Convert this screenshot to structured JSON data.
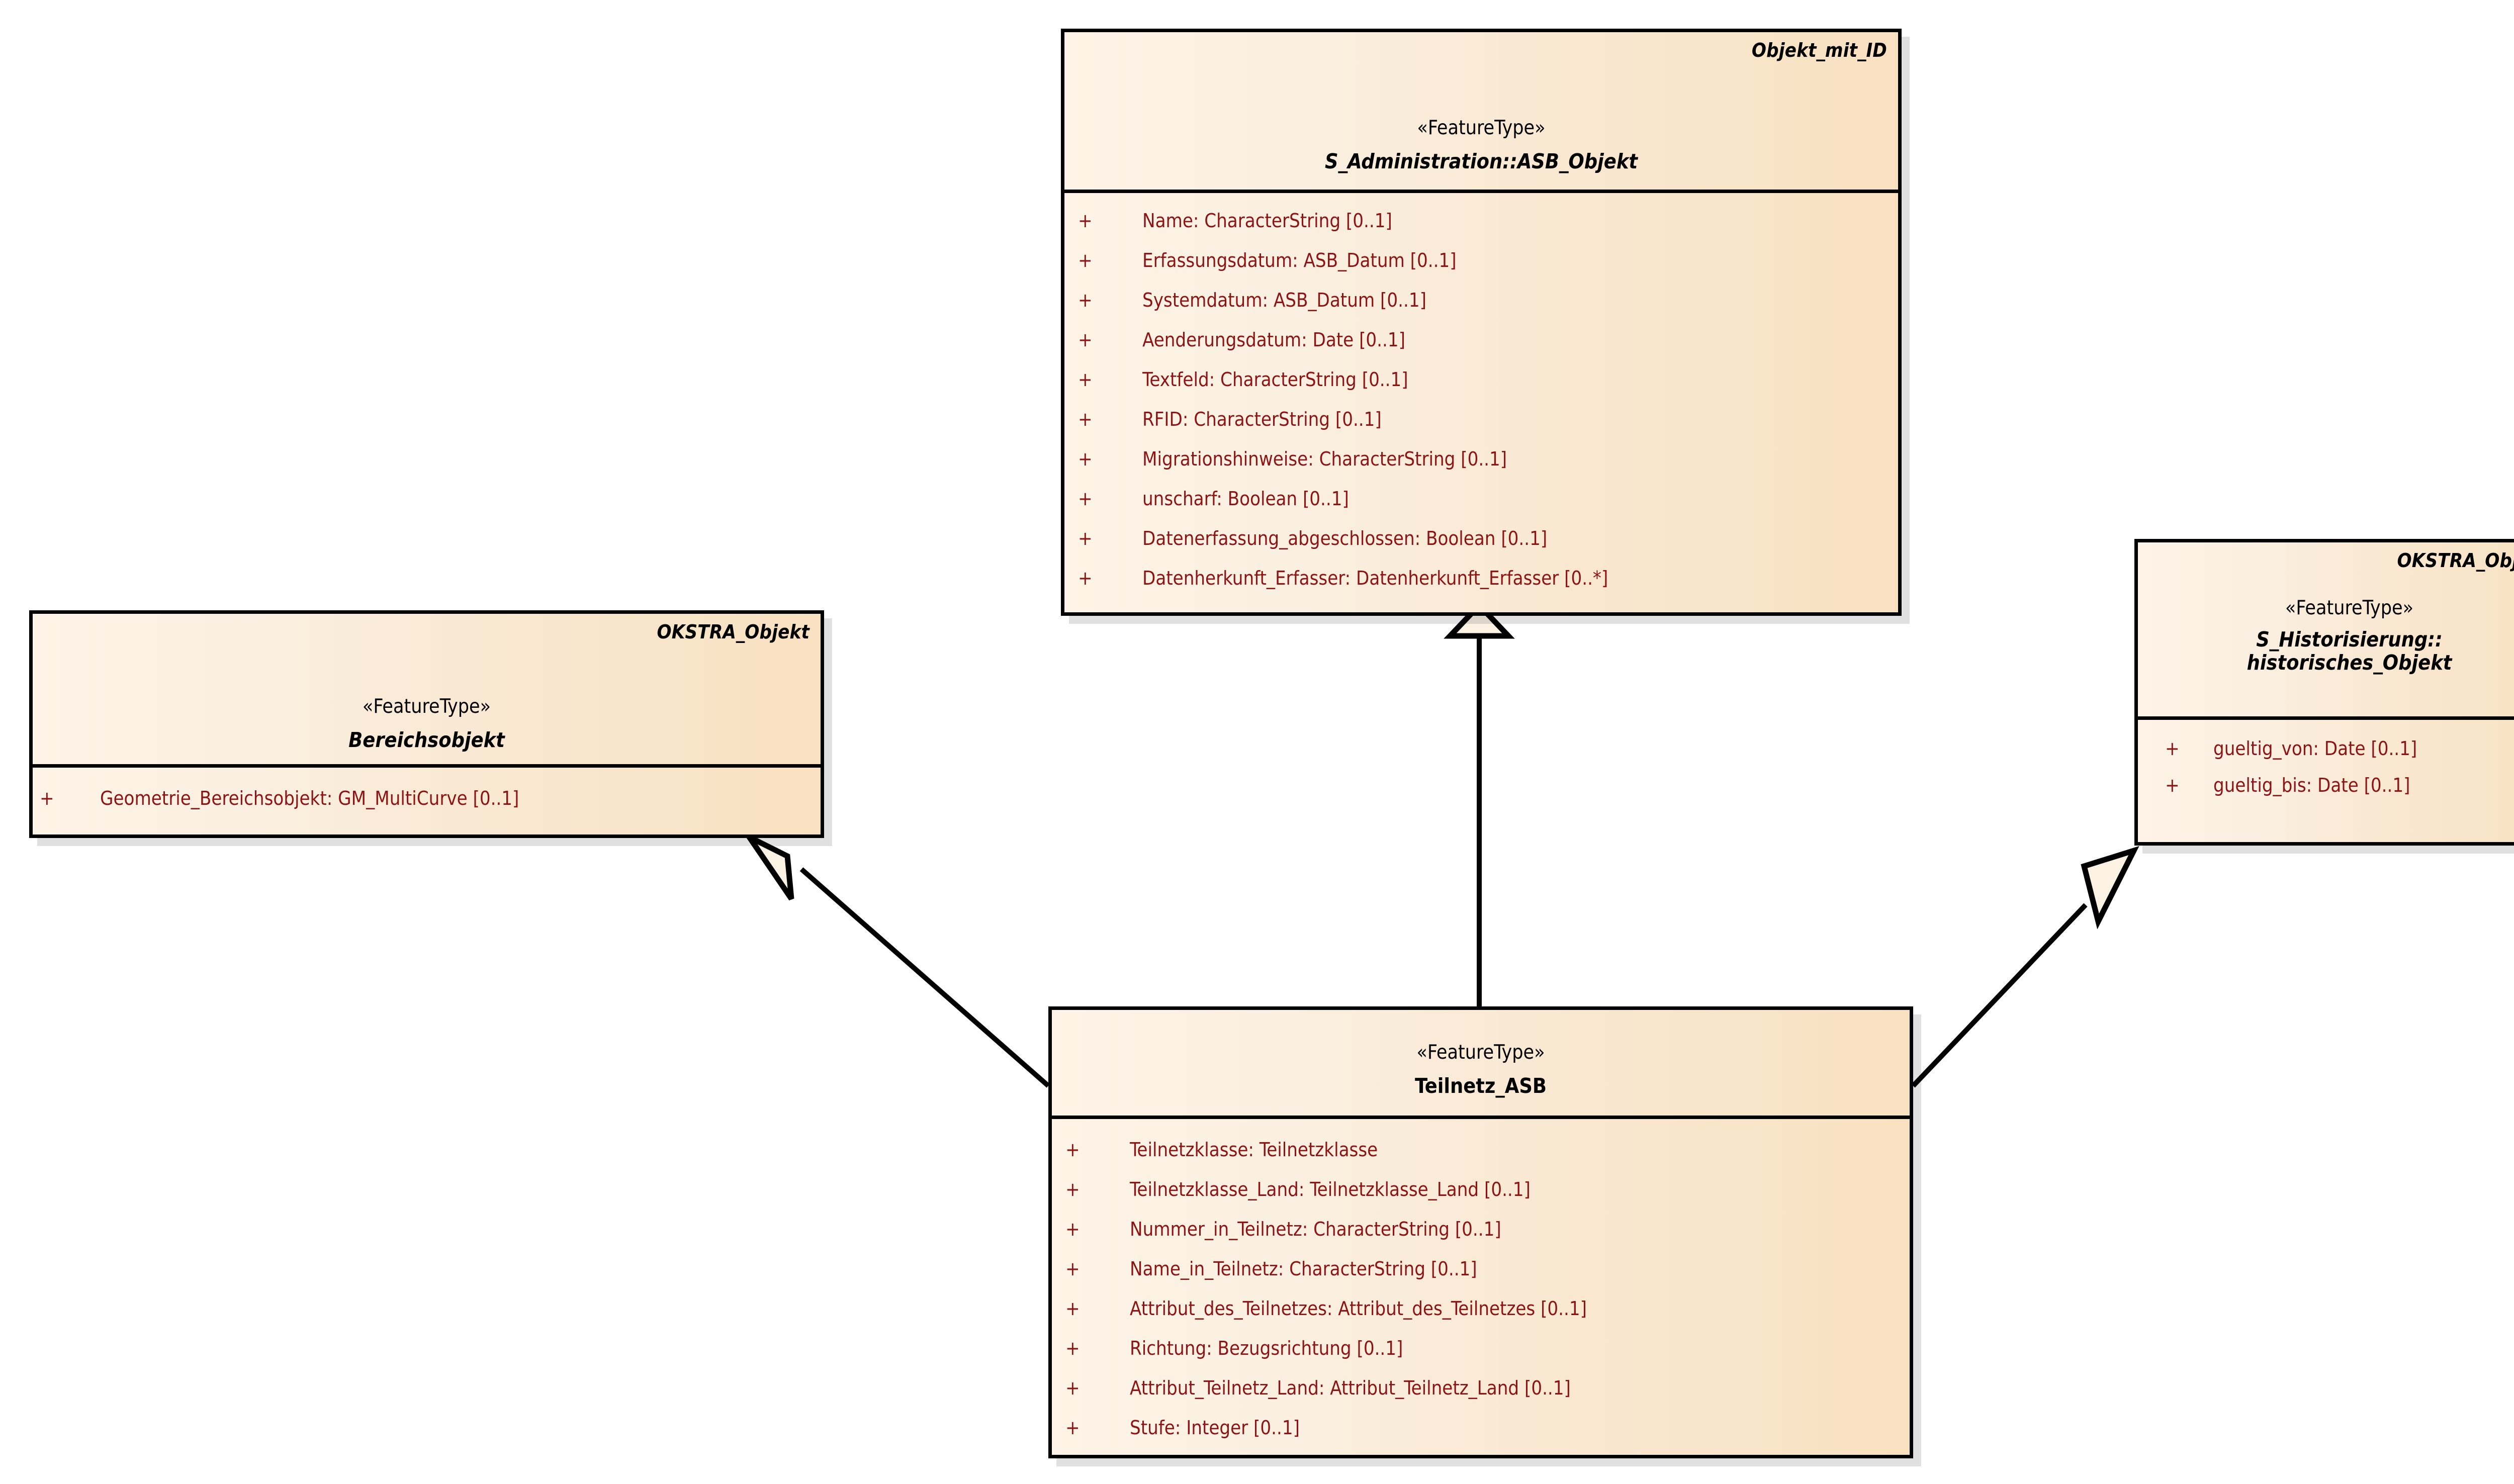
{
  "diagram": {
    "type": "uml-class-diagram",
    "title": "",
    "background_color": "#ffffff",
    "class_fill_gradient": [
      "#fdf4e7",
      "#f8e1c0"
    ],
    "border_color": "#000000",
    "attribute_text_color": "#8c1414",
    "title_text_color": "#000000",
    "classes": [
      {
        "id": "asb-objekt",
        "tagged_value": "Objekt_mit_ID",
        "stereotype": "«FeatureType»",
        "name_lines": [
          "S_Administration::ASB_Objekt"
        ],
        "name_italic": true,
        "attributes": [
          {
            "visibility": "+",
            "text": "Name: CharacterString [0..1]"
          },
          {
            "visibility": "+",
            "text": "Erfassungsdatum: ASB_Datum [0..1]"
          },
          {
            "visibility": "+",
            "text": "Systemdatum: ASB_Datum [0..1]"
          },
          {
            "visibility": "+",
            "text": "Aenderungsdatum: Date [0..1]"
          },
          {
            "visibility": "+",
            "text": "Textfeld: CharacterString [0..1]"
          },
          {
            "visibility": "+",
            "text": "RFID: CharacterString [0..1]"
          },
          {
            "visibility": "+",
            "text": "Migrationshinweise: CharacterString [0..1]"
          },
          {
            "visibility": "+",
            "text": "unscharf: Boolean [0..1]"
          },
          {
            "visibility": "+",
            "text": "Datenerfassung_abgeschlossen: Boolean [0..1]"
          },
          {
            "visibility": "+",
            "text": "Datenherkunft_Erfasser: Datenherkunft_Erfasser [0..*]"
          }
        ]
      },
      {
        "id": "bereichsobjekt",
        "tagged_value": "OKSTRA_Objekt",
        "stereotype": "«FeatureType»",
        "name_lines": [
          "Bereichsobjekt"
        ],
        "name_italic": true,
        "attributes": [
          {
            "visibility": "+",
            "text": "Geometrie_Bereichsobjekt: GM_MultiCurve [0..1]"
          }
        ]
      },
      {
        "id": "historisches-objekt",
        "tagged_value": "OKSTRA_Objekt",
        "stereotype": "«FeatureType»",
        "name_lines": [
          "S_Historisierung::",
          "historisches_Objekt"
        ],
        "name_italic": true,
        "attributes": [
          {
            "visibility": "+",
            "text": "gueltig_von: Date [0..1]"
          },
          {
            "visibility": "+",
            "text": "gueltig_bis: Date [0..1]"
          }
        ]
      },
      {
        "id": "teilnetz-asb",
        "tagged_value": "",
        "stereotype": "«FeatureType»",
        "name_lines": [
          "Teilnetz_ASB"
        ],
        "name_italic": false,
        "attributes": [
          {
            "visibility": "+",
            "text": "Teilnetzklasse: Teilnetzklasse"
          },
          {
            "visibility": "+",
            "text": "Teilnetzklasse_Land: Teilnetzklasse_Land [0..1]"
          },
          {
            "visibility": "+",
            "text": "Nummer_in_Teilnetz: CharacterString [0..1]"
          },
          {
            "visibility": "+",
            "text": "Name_in_Teilnetz: CharacterString [0..1]"
          },
          {
            "visibility": "+",
            "text": "Attribut_des_Teilnetzes: Attribut_des_Teilnetzes [0..1]"
          },
          {
            "visibility": "+",
            "text": "Richtung: Bezugsrichtung [0..1]"
          },
          {
            "visibility": "+",
            "text": "Attribut_Teilnetz_Land: Attribut_Teilnetz_Land [0..1]"
          },
          {
            "visibility": "+",
            "text": "Stufe: Integer [0..1]"
          }
        ]
      }
    ],
    "relationships": [
      {
        "kind": "generalization",
        "source": "teilnetz-asb",
        "target": "asb-objekt"
      },
      {
        "kind": "generalization",
        "source": "teilnetz-asb",
        "target": "bereichsobjekt"
      },
      {
        "kind": "generalization",
        "source": "teilnetz-asb",
        "target": "historisches-objekt"
      }
    ]
  }
}
